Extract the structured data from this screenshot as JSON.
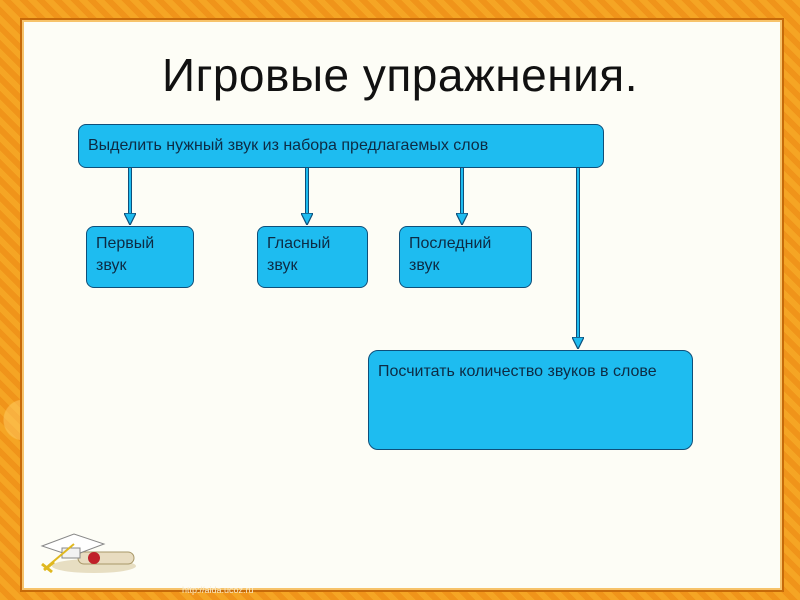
{
  "slide": {
    "title": "Игровые упражнения."
  },
  "diagram": {
    "top_box": "Выделить нужный звук из набора предлагаемых слов",
    "first_sound_line1": "Первый",
    "first_sound_line2": "звук",
    "vowel_sound_line1": "Гласный",
    "vowel_sound_line2": "звук",
    "last_sound_line1": "Последний",
    "last_sound_line2": "звук",
    "count_box": "Посчитать количество звуков в слове"
  },
  "footer": {
    "link": "http://aida.ucoz.ru"
  },
  "colors": {
    "box_fill": "#1ebcf0",
    "box_border": "#0e4f7a",
    "frame": "#f39a1b"
  },
  "icons": {
    "logo": "graduation-cap-diploma-icon"
  }
}
